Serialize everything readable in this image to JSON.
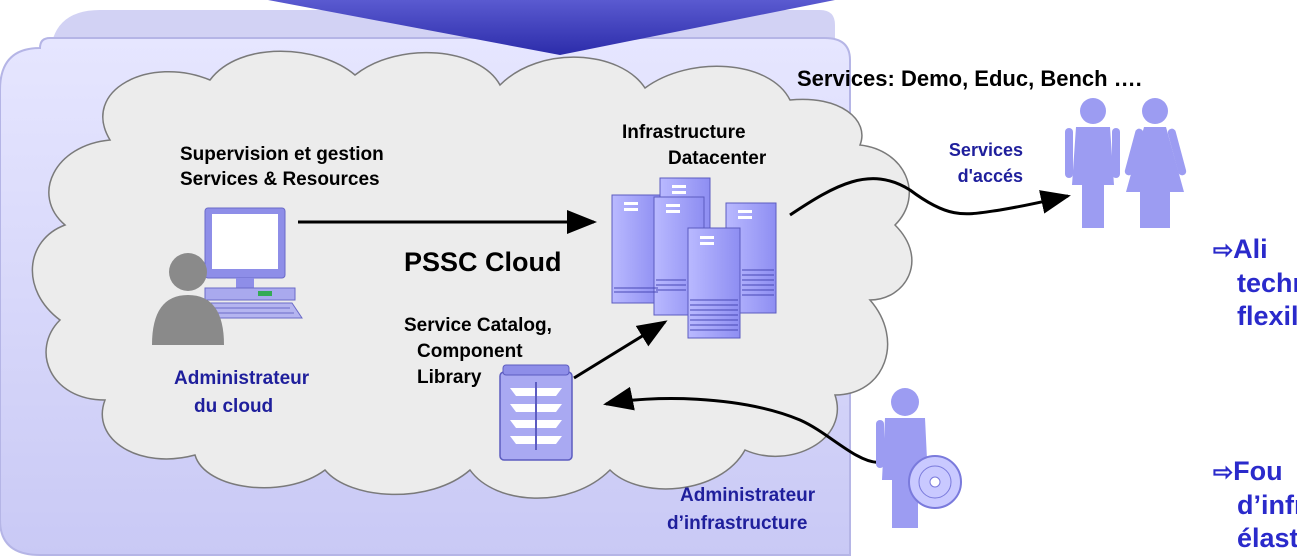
{
  "top_services": "Services: Demo, Educ, Bench ….",
  "supervision": {
    "line1": "Supervision et gestion",
    "line2": "Services & Resources"
  },
  "infrastructure": {
    "line1": "Infrastructure",
    "line2": "Datacenter"
  },
  "services_access": {
    "line1": "Services",
    "line2": "d'accés"
  },
  "cloud_name": "PSSC Cloud",
  "catalog": {
    "line1": "Service Catalog,",
    "line2": "Component",
    "line3": "Library"
  },
  "admin_cloud": {
    "line1": "Administrateur",
    "line2": "du cloud"
  },
  "admin_infra": {
    "line1": "Administrateur",
    "line2": "d’infrastructure"
  },
  "bullets": [
    {
      "arrow": "⇨",
      "lines": [
        "Ali",
        "techn",
        "flexil"
      ]
    },
    {
      "arrow": "⇨",
      "lines": [
        "Fou",
        "d’infr",
        "élast"
      ]
    }
  ],
  "colors": {
    "panel": "#d8d8fb",
    "cloud": "#ececec",
    "server": "#9c9cff",
    "dark_label": "#1f1f9c",
    "bullet": "#2a2acb"
  }
}
